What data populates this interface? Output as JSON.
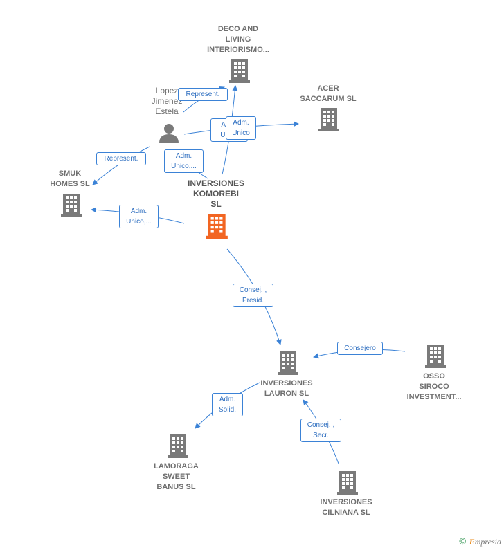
{
  "colors": {
    "edge": "#3b82d6",
    "node_icon": "#7a7a7a",
    "focus_icon": "#f26522",
    "label": "#6f6f6f"
  },
  "nodes": {
    "deco": {
      "line1": "DECO AND",
      "line2": "LIVING",
      "line3": "INTERIORISMO..."
    },
    "acer": {
      "line1": "ACER",
      "line2": "SACCARUM  SL"
    },
    "lopez": {
      "line1": "Lopez",
      "line2": "Jimenez",
      "line3": "Estela"
    },
    "smuk": {
      "line1": "SMUK",
      "line2": "HOMES  SL"
    },
    "komorebi": {
      "line1": "INVERSIONES",
      "line2": "KOMOREBI",
      "line3": "SL"
    },
    "lauron": {
      "line1": "INVERSIONES",
      "line2": "LAURON SL"
    },
    "osso": {
      "line1": "OSSO",
      "line2": "SIROCO",
      "line3": "INVESTMENT..."
    },
    "lamoraga": {
      "line1": "LAMORAGA",
      "line2": "SWEET",
      "line3": "BANUS SL"
    },
    "cilniana": {
      "line1": "INVERSIONES",
      "line2": "CILNIANA  SL"
    }
  },
  "edge_labels": {
    "represent_deco": {
      "line1": "Represent."
    },
    "adm_unico_deco": {
      "line1": "Adm.",
      "line2": "Unico"
    },
    "adm_unico_acer": {
      "line1": "Adm.",
      "line2": "Unico"
    },
    "represent_smuk": {
      "line1": "Represent."
    },
    "adm_unico_lopez": {
      "line1": "Adm.",
      "line2": "Unico,..."
    },
    "adm_unico_smuk": {
      "line1": "Adm.",
      "line2": "Unico,..."
    },
    "consej_presid": {
      "line1": "Consej. ,",
      "line2": "Presid."
    },
    "consejero": {
      "line1": "Consejero"
    },
    "adm_solid": {
      "line1": "Adm.",
      "line2": "Solid."
    },
    "consej_secr": {
      "line1": "Consej. ,",
      "line2": "Secr."
    }
  },
  "brand": {
    "copyright": "©",
    "name": "mpresia",
    "initial": "E"
  }
}
